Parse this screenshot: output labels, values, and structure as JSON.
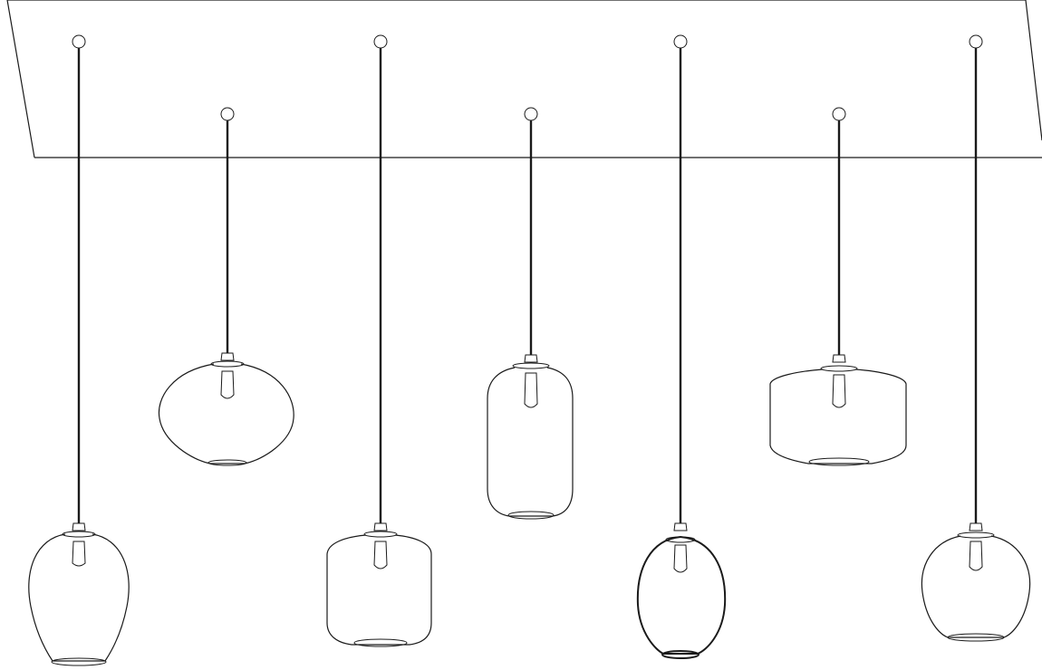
{
  "drawing": {
    "subject": "canopy-with-pendant-lights",
    "line_color": "#1a1a1a",
    "background": "#ffffff"
  },
  "canopy": {
    "shape": "parallelogram-plate"
  },
  "pendants": [
    {
      "id": "pendant-1",
      "shade_shape": "egg-taper"
    },
    {
      "id": "pendant-2",
      "shade_shape": "flat-oval"
    },
    {
      "id": "pendant-3",
      "shade_shape": "cylinder"
    },
    {
      "id": "pendant-4",
      "shade_shape": "tall-capsule"
    },
    {
      "id": "pendant-5",
      "shade_shape": "ovoid"
    },
    {
      "id": "pendant-6",
      "shade_shape": "drum"
    },
    {
      "id": "pendant-7",
      "shade_shape": "sphere-flat-base"
    }
  ]
}
